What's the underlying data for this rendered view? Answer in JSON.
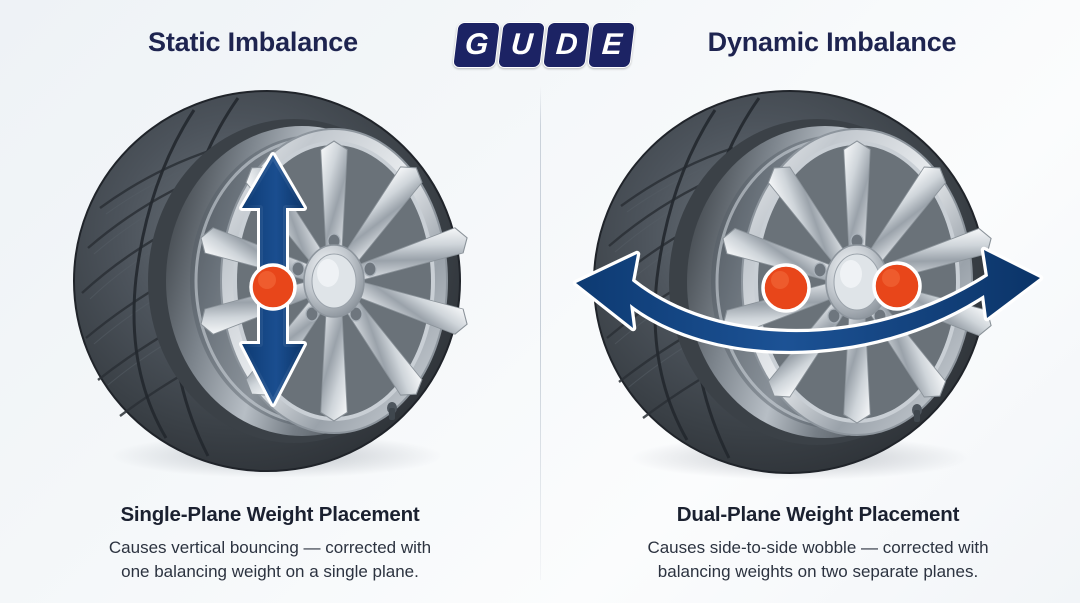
{
  "background_color": "#f2f5f8",
  "divider": {
    "color": "#c6ced7"
  },
  "brand": {
    "name": "GUDE",
    "letters": [
      "G",
      "U",
      "D",
      "E"
    ],
    "tile_color": "#1c2364",
    "letter_color": "#ffffff"
  },
  "panels": {
    "left": {
      "title": "Static Imbalance",
      "title_color": "#1e2450",
      "diagram": {
        "wheel_label": "tire-wheel-three-quarter-view",
        "arrow": {
          "name": "vertical-double-arrow",
          "direction": "vertical",
          "color": "#11427f",
          "outline_color": "#ffffff"
        },
        "weights": [
          {
            "name": "weight-marker-center",
            "color": "#e8461a"
          }
        ]
      },
      "caption": {
        "title": "Single-Plane Weight Placement",
        "lines": [
          "Causes vertical bouncing — corrected with",
          "one balancing weight on a single plane."
        ]
      }
    },
    "right": {
      "title": "Dynamic Imbalance",
      "title_color": "#1e2450",
      "diagram": {
        "wheel_label": "tire-wheel-three-quarter-view",
        "arrow": {
          "name": "horizontal-curved-double-arrow",
          "direction": "horizontal",
          "color": "#11427f",
          "outline_color": "#ffffff"
        },
        "weights": [
          {
            "name": "weight-marker-inner",
            "color": "#e8461a"
          },
          {
            "name": "weight-marker-outer",
            "color": "#e8461a"
          }
        ]
      },
      "caption": {
        "title": "Dual-Plane Weight Placement",
        "lines": [
          "Causes side-to-side wobble — corrected with",
          "balancing weights on two separate planes."
        ]
      }
    }
  }
}
